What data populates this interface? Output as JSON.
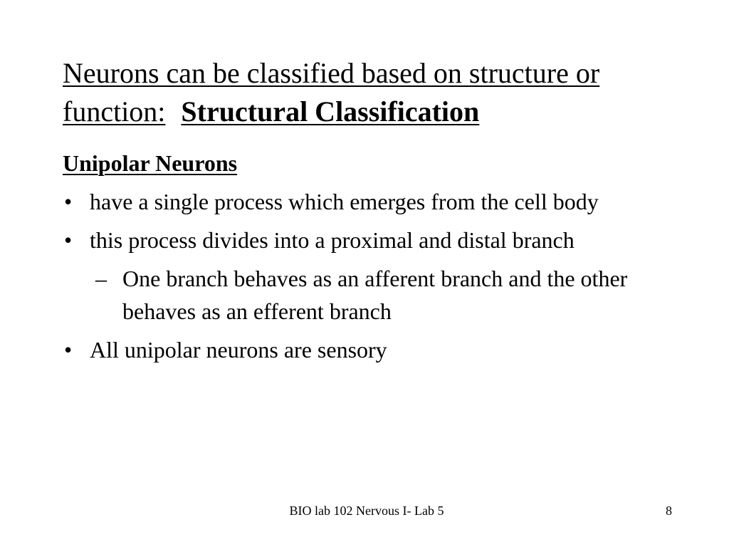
{
  "title": {
    "line": "Neurons can be classified based on structure or function:",
    "emphasis": "Structural Classification"
  },
  "heading": "Unipolar Neurons",
  "bullets": [
    {
      "marker": "•",
      "text": "have a single process which emerges from the cell body"
    },
    {
      "marker": "•",
      "text": "this process divides into a proximal and distal branch"
    },
    {
      "marker": "–",
      "text": "One branch behaves as an afferent branch and the other behaves as an efferent branch"
    },
    {
      "marker": "•",
      "text": "All unipolar neurons are sensory"
    }
  ],
  "footer": {
    "center": "BIO lab 102 Nervous I- Lab 5",
    "page": "8"
  }
}
